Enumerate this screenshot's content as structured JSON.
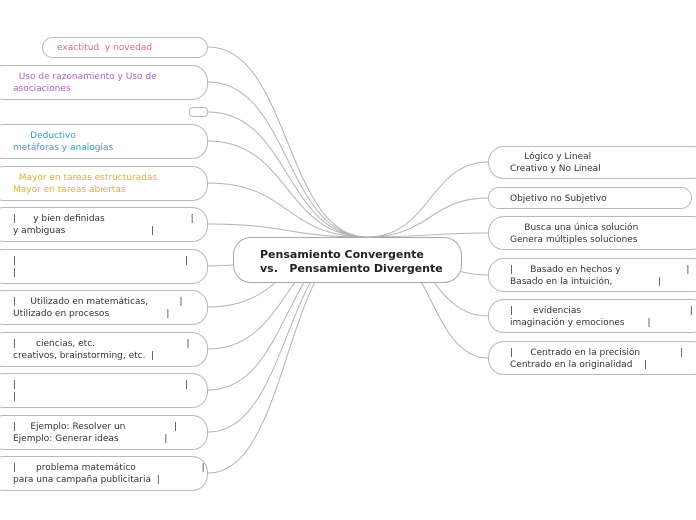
{
  "center": {
    "line1": "Pensamiento Convergente",
    "line2": "vs.   Pensamiento Divergente"
  },
  "colors": {
    "pink": "#e0679b",
    "purple": "#b062c9",
    "blue": "#2e9fd6",
    "yellow": "#e2b02c",
    "line": "#b3b3b3"
  },
  "left_nodes": [
    {
      "line1": "exactitud  y novedad",
      "line2": ""
    },
    {
      "line1": "  Uso de razonamiento y Uso de",
      "line2": "asociaciones"
    },
    {
      "line1": "",
      "line2": ""
    },
    {
      "line1": "      Deductivo",
      "line2": "metáforas y analogías"
    },
    {
      "line1": "  Mayor en tareas estructuradas",
      "line2": "Mayor en tareas abiertas"
    },
    {
      "line1": "|      y bien definidas                              |",
      "line2": "y ambiguas                              |"
    },
    {
      "line1": "|                                                           |",
      "line2": "|"
    },
    {
      "line1": "|     Utilizado en matemáticas,           |",
      "line2": "Utilizado en procesos                    |"
    },
    {
      "line1": "|       ciencias, etc.                                |",
      "line2": "creativos, brainstorming, etc.  |"
    },
    {
      "line1": "|                                                           |",
      "line2": "|"
    },
    {
      "line1": "|     Ejemplo: Resolver un                 |",
      "line2": "Ejemplo: Generar ideas                |"
    },
    {
      "line1": "|       problema matemático                       |",
      "line2": "para una campaña publicitaria  |"
    }
  ],
  "right_nodes": [
    {
      "line1": "     Lógico y Lineal",
      "line2": "Creativo y No Lineal"
    },
    {
      "line1": "Objetivo no Subjetivo",
      "line2": ""
    },
    {
      "line1": "     Busca una única solución",
      "line2": "Genera múltiples soluciones"
    },
    {
      "line1": "|      Basado en hechos y                       |",
      "line2": "Basado en la intuición,                |"
    },
    {
      "line1": "|       evidencias                                      |",
      "line2": "imaginación y emociones        |"
    },
    {
      "line1": "|      Centrado en la precisión              |",
      "line2": "Centrado en la originalidad    |"
    }
  ]
}
